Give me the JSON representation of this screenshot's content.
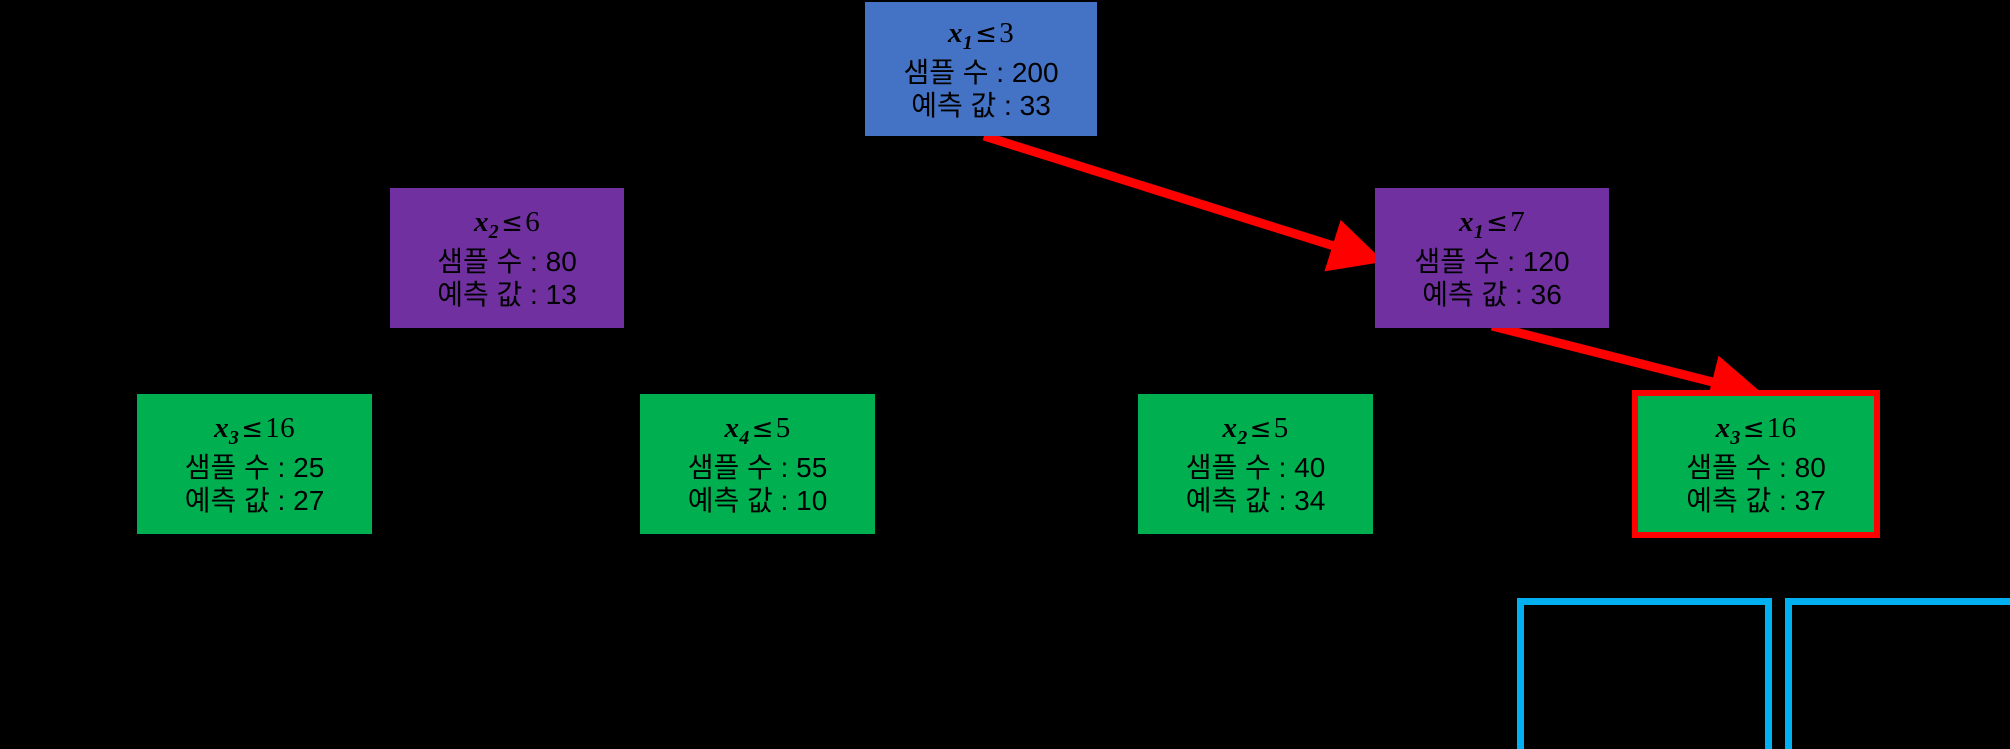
{
  "diagram": {
    "type": "decision-tree",
    "background_color": "#000000",
    "labels": {
      "samples_prefix": "샘플 수 :",
      "prediction_prefix": "예측 값 :"
    },
    "palette": {
      "root": "#4472C4",
      "level2": "#7030A0",
      "level3": "#00B050",
      "highlight_border": "#FF0000",
      "arrow_highlight": "#FF0000",
      "empty_box_border": "#00B0F0",
      "text": "#000000"
    },
    "nodes": [
      {
        "id": "root",
        "level": 1,
        "color_key": "root",
        "feature": "x",
        "subscript": "1",
        "operator": "≤",
        "threshold": "3",
        "condition": "x1 ≤ 3",
        "samples_label": "샘플 수 : 200",
        "samples": "200",
        "prediction_label": "예측 값 : 33",
        "prediction": "33",
        "highlighted": false
      },
      {
        "id": "n2-left",
        "level": 2,
        "color_key": "level2",
        "feature": "x",
        "subscript": "2",
        "operator": "≤",
        "threshold": "6",
        "condition": "x2 ≤ 6",
        "samples_label": "샘플 수 : 80",
        "samples": "80",
        "prediction_label": "예측 값 : 13",
        "prediction": "13",
        "highlighted": false
      },
      {
        "id": "n2-right",
        "level": 2,
        "color_key": "level2",
        "feature": "x",
        "subscript": "1",
        "operator": "≤",
        "threshold": "7",
        "condition": "x1 ≤ 7",
        "samples_label": "샘플 수 : 120",
        "samples": "120",
        "prediction_label": "예측 값 : 36",
        "prediction": "36",
        "highlighted": false
      },
      {
        "id": "n3-a",
        "level": 3,
        "color_key": "level3",
        "feature": "x",
        "subscript": "3",
        "operator": "≤",
        "threshold": "16",
        "condition": "x3 ≤ 16",
        "samples_label": "샘플 수 : 25",
        "samples": "25",
        "prediction_label": "예측 값 : 27",
        "prediction": "27",
        "highlighted": false
      },
      {
        "id": "n3-b",
        "level": 3,
        "color_key": "level3",
        "feature": "x",
        "subscript": "4",
        "operator": "≤",
        "threshold": "5",
        "condition": "x4 ≤ 5",
        "samples_label": "샘플 수 : 55",
        "samples": "55",
        "prediction_label": "예측 값 : 10",
        "prediction": "10",
        "highlighted": false
      },
      {
        "id": "n3-c",
        "level": 3,
        "color_key": "level3",
        "feature": "x",
        "subscript": "2",
        "operator": "≤",
        "threshold": "5",
        "condition": "x2 ≤ 5",
        "samples_label": "샘플 수 : 40",
        "samples": "40",
        "prediction_label": "예측 값 : 34",
        "prediction": "34",
        "highlighted": false
      },
      {
        "id": "n3-d",
        "level": 3,
        "color_key": "level3",
        "feature": "x",
        "subscript": "3",
        "operator": "≤",
        "threshold": "16",
        "condition": "x3 ≤ 16",
        "samples_label": "샘플 수 : 80",
        "samples": "80",
        "prediction_label": "예측 값 : 37",
        "prediction": "37",
        "highlighted": true
      }
    ],
    "empty_boxes": [
      {
        "id": "leaf-left",
        "text": ""
      },
      {
        "id": "leaf-right",
        "text": ""
      }
    ]
  }
}
